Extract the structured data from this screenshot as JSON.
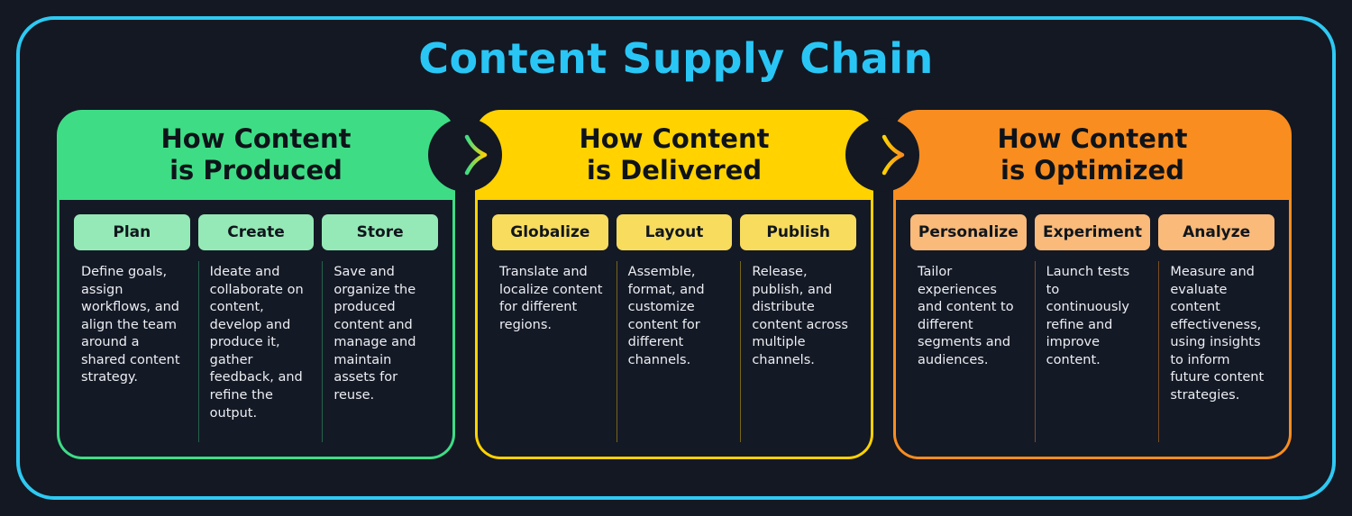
{
  "title": {
    "text": "Content Supply Chain",
    "color": "#29c6f5"
  },
  "frame_color": "#2ec9f2",
  "background_color": "#131823",
  "panels": [
    {
      "title": "How Content\nis Produced",
      "header_color": "#3edd85",
      "pill_color": "#95e9b6",
      "divider_color": "rgba(62,221,133,0.38)",
      "columns": [
        {
          "pill": "Plan",
          "text": "Define goals, assign workflows, and align the team around a shared content strategy."
        },
        {
          "pill": "Create",
          "text": "Ideate and collaborate on content, develop and produce it, gather feedback, and refine the output."
        },
        {
          "pill": "Store",
          "text": "Save and organize the produced content and manage and maintain assets for reuse."
        }
      ]
    },
    {
      "title": "How Content\nis Delivered",
      "header_color": "#ffd200",
      "pill_color": "#f7dc5e",
      "divider_color": "rgba(255,210,0,0.42)",
      "columns": [
        {
          "pill": "Globalize",
          "text": "Translate and localize content for different regions."
        },
        {
          "pill": "Layout",
          "text": "Assemble, format, and customize content for different channels."
        },
        {
          "pill": "Publish",
          "text": "Release, publish, and distribute content across multiple channels."
        }
      ]
    },
    {
      "title": "How Content\nis Optimized",
      "header_color": "#f98d1f",
      "pill_color": "#f9ba7a",
      "divider_color": "rgba(249,141,31,0.45)",
      "columns": [
        {
          "pill": "Personalize",
          "text": "Tailor experiences and content to different segments and audiences."
        },
        {
          "pill": "Experiment",
          "text": "Launch tests to continuously refine and improve content."
        },
        {
          "pill": "Analyze",
          "text": "Measure and evaluate content effectiveness, using insights to inform future content strategies."
        }
      ]
    }
  ],
  "arrows": [
    {
      "from_color": "#3edd85",
      "to_color": "#ffd200"
    },
    {
      "from_color": "#ffd200",
      "to_color": "#f98d1f"
    }
  ]
}
